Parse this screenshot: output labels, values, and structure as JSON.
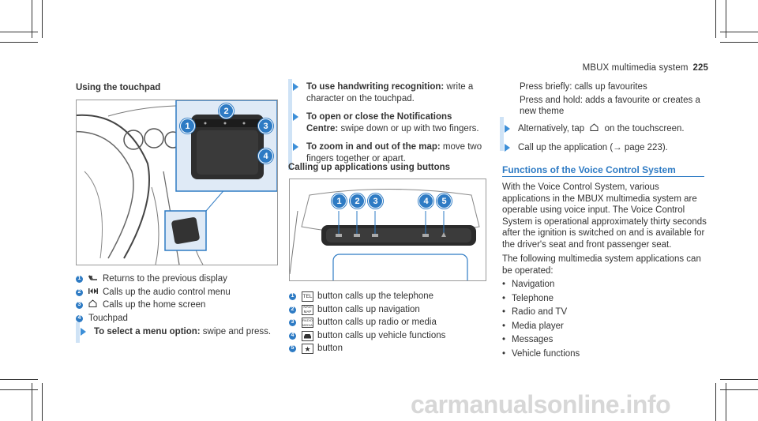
{
  "header": {
    "title": "MBUX multimedia system",
    "page": "225"
  },
  "left": {
    "heading": "Using the touchpad",
    "legend": [
      {
        "num": "1",
        "icon": "back-arrow-icon",
        "text": "Returns to the previous display"
      },
      {
        "num": "2",
        "icon": "audio-skip-icon",
        "text": "Calls up the audio control menu"
      },
      {
        "num": "3",
        "icon": "home-icon",
        "text": "Calls up the home screen"
      },
      {
        "num": "4",
        "icon": "",
        "text": "Touchpad"
      }
    ],
    "step_label": "To select a menu option:",
    "step_text": " swipe and press."
  },
  "middle": {
    "steps": [
      {
        "label": "To use handwriting recognition:",
        "text": " write a character on the touchpad."
      },
      {
        "label": "To open or close the Notifications Centre:",
        "text": " swipe down or up with two fingers."
      },
      {
        "label": "To zoom in and out of the map:",
        "text": " move two fingers together or apart."
      }
    ],
    "heading": "Calling up applications using buttons",
    "legend": [
      {
        "num": "1",
        "key": "TEL",
        "text": "button calls up the telephone"
      },
      {
        "num": "2",
        "key": "NAVI MAP",
        "text": "button calls up navigation"
      },
      {
        "num": "3",
        "key": "RADIO MEDIA",
        "text": "button calls up radio or media"
      },
      {
        "num": "4",
        "key": "car",
        "text": "button calls up vehicle functions"
      },
      {
        "num": "5",
        "key": "★",
        "text": "button"
      }
    ]
  },
  "right": {
    "p1": "Press briefly: calls up favourites",
    "p2": "Press and hold: adds a favourite or creates a new theme",
    "step1_pre": "Alternatively, tap",
    "step1_post": "on the touchscreen.",
    "step2": "Call up the application (→ page 223).",
    "section_title": "Functions of the Voice Control System",
    "para1": "With the Voice Control System, various applications in the MBUX multimedia system are operable using voice input. The Voice Control System is operational approximately thirty seconds after the ignition is switched on and is available for the driver's seat and front passenger seat.",
    "para2": "The following multimedia system applications can be operated:",
    "bullets": [
      "Navigation",
      "Telephone",
      "Radio and TV",
      "Media player",
      "Messages",
      "Vehicle functions"
    ]
  },
  "watermark": "carmanualsonline.info"
}
